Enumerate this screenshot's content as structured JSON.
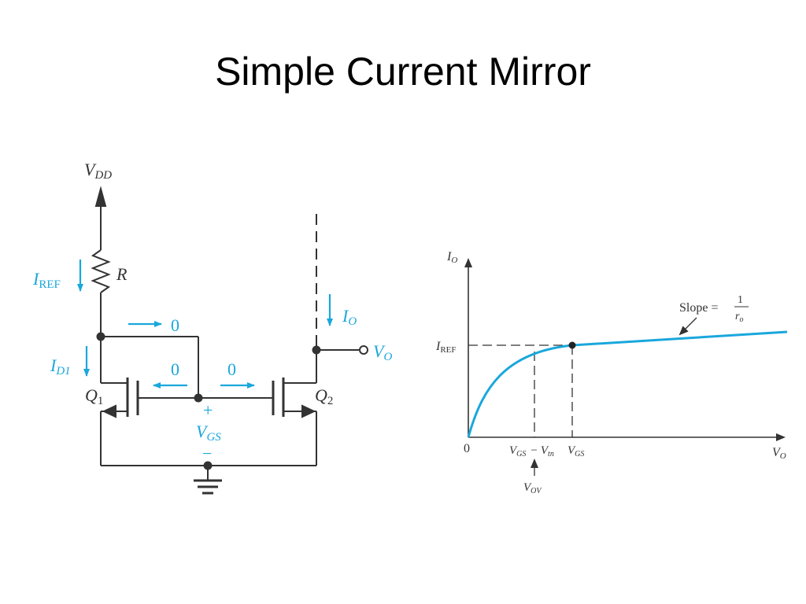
{
  "slide": {
    "title": "Simple Current Mirror"
  },
  "colors": {
    "accent": "#1aa7dc",
    "ink": "#333333",
    "text": "#000000"
  },
  "circuit": {
    "vdd": {
      "main": "V",
      "sub": "DD"
    },
    "iref": {
      "main": "I",
      "sub": "REF"
    },
    "resistor": "R",
    "id1": {
      "main": "I",
      "sub": "D1"
    },
    "q1": {
      "main": "Q",
      "sub": "1"
    },
    "q2": {
      "main": "Q",
      "sub": "2"
    },
    "io": {
      "main": "I",
      "sub": "O"
    },
    "vo": {
      "main": "V",
      "sub": "O"
    },
    "zero_top": "0",
    "zero_left": "0",
    "zero_right": "0",
    "plus": "+",
    "minus": "−",
    "vgs": {
      "main": "V",
      "sub": "GS"
    }
  },
  "graph": {
    "y_axis": {
      "main": "I",
      "sub": "O"
    },
    "x_axis": {
      "main": "V",
      "sub": "O"
    },
    "origin": "0",
    "iref": {
      "main": "I",
      "sub": "REF"
    },
    "slope_label": "Slope =",
    "slope_num": "1",
    "slope_den": {
      "main": "r",
      "sub": "o"
    },
    "tick1": {
      "main1": "V",
      "sub1": "GS",
      "op": "−",
      "main2": "V",
      "sub2": "tn"
    },
    "tick2": {
      "main": "V",
      "sub": "GS"
    },
    "vov": {
      "main": "V",
      "sub": "OV"
    }
  }
}
